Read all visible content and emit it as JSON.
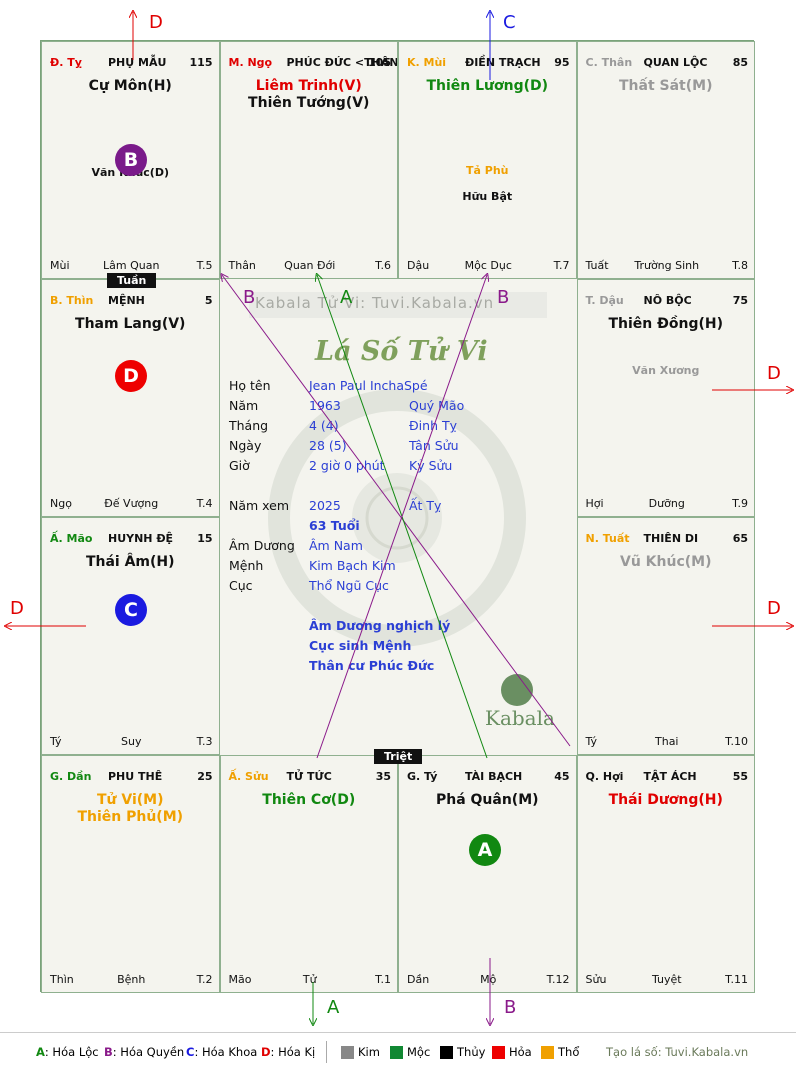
{
  "title_logo": "Lá Số Tử Vi",
  "watermark_text": "Kabala Tử Vi: Tuvi.Kabala.vn",
  "kabala_logo": "Kabala",
  "tags": {
    "tuan": "Tuần",
    "triet": "Triệt"
  },
  "cells": [
    {
      "id": "ty",
      "branch": "Đ. Tỵ",
      "branch_color": "#e00000",
      "palace": "PHỤ MẪU",
      "num": "115",
      "main": [
        {
          "t": "Cự Môn(H)",
          "c": "#111"
        }
      ],
      "subs": [
        {
          "t": "Văn Khúc(D)",
          "c": "#111"
        }
      ],
      "foot": [
        "Mùi",
        "Lâm Quan",
        "T.5"
      ]
    },
    {
      "id": "ngo",
      "branch": "M. Ngọ",
      "branch_color": "#e00000",
      "palace": "PHÚC ĐỨC <THÂN>",
      "num": "105",
      "main": [
        {
          "t": "Liêm Trinh(V)",
          "c": "#e00000"
        },
        {
          "t": "Thiên Tướng(V)",
          "c": "#111"
        }
      ],
      "subs": [],
      "foot": [
        "Thân",
        "Quan Đới",
        "T.6"
      ]
    },
    {
      "id": "mui",
      "branch": "K. Mùi",
      "branch_color": "#f0a000",
      "palace": "ĐIỀN TRẠCH",
      "num": "95",
      "main": [
        {
          "t": "Thiên Lương(D)",
          "c": "#118811"
        }
      ],
      "subs": [
        {
          "t": "Tả Phù",
          "c": "#f0a000"
        },
        {
          "t": "Hữu Bật",
          "c": "#111"
        }
      ],
      "foot": [
        "Dậu",
        "Mộc Dục",
        "T.7"
      ]
    },
    {
      "id": "than",
      "branch": "C. Thân",
      "branch_color": "#999",
      "palace": "QUAN LỘC",
      "num": "85",
      "main": [
        {
          "t": "Thất Sát(M)",
          "c": "#999"
        }
      ],
      "subs": [],
      "foot": [
        "Tuất",
        "Trường Sinh",
        "T.8"
      ]
    },
    {
      "id": "thin",
      "branch": "B. Thìn",
      "branch_color": "#f0a000",
      "palace": "MỆNH",
      "num": "5",
      "main": [
        {
          "t": "Tham Lang(V)",
          "c": "#111"
        }
      ],
      "subs": [],
      "foot": [
        "Ngọ",
        "Đế Vượng",
        "T.4"
      ]
    },
    {
      "id": "dau",
      "branch": "T. Dậu",
      "branch_color": "#999",
      "palace": "NÔ BỘC",
      "num": "75",
      "main": [
        {
          "t": "Thiên Đồng(H)",
          "c": "#111"
        }
      ],
      "subs": [
        {
          "t": "Văn Xương",
          "c": "#999"
        }
      ],
      "foot": [
        "Hợi",
        "Dưỡng",
        "T.9"
      ]
    },
    {
      "id": "mao",
      "branch": "Ấ. Mão",
      "branch_color": "#118811",
      "palace": "HUYNH ĐỆ",
      "num": "15",
      "main": [
        {
          "t": "Thái Âm(H)",
          "c": "#111"
        }
      ],
      "subs": [],
      "foot": [
        "Tý",
        "Suy",
        "T.3"
      ]
    },
    {
      "id": "tuat",
      "branch": "N. Tuất",
      "branch_color": "#f0a000",
      "palace": "THIÊN DI",
      "num": "65",
      "main": [
        {
          "t": "Vũ Khúc(M)",
          "c": "#999"
        }
      ],
      "subs": [],
      "foot": [
        "Tý",
        "Thai",
        "T.10"
      ]
    },
    {
      "id": "dan",
      "branch": "G. Dần",
      "branch_color": "#118811",
      "palace": "PHU THÊ",
      "num": "25",
      "main": [
        {
          "t": "Tử Vi(M)",
          "c": "#f0a000"
        },
        {
          "t": "Thiên Phủ(M)",
          "c": "#f0a000"
        }
      ],
      "subs": [],
      "foot": [
        "Thìn",
        "Bệnh",
        "T.2"
      ]
    },
    {
      "id": "suu",
      "branch": "Ấ. Sửu",
      "branch_color": "#f0a000",
      "palace": "TỬ TỨC",
      "num": "35",
      "main": [
        {
          "t": "Thiên Cơ(D)",
          "c": "#118811"
        }
      ],
      "subs": [],
      "foot": [
        "Mão",
        "Tử",
        "T.1"
      ]
    },
    {
      "id": "tys",
      "branch": "G. Tý",
      "branch_color": "#111",
      "palace": "TÀI BẠCH",
      "num": "45",
      "main": [
        {
          "t": "Phá Quân(M)",
          "c": "#111"
        }
      ],
      "subs": [],
      "foot": [
        "Dần",
        "Mộ",
        "T.12"
      ]
    },
    {
      "id": "hoi",
      "branch": "Q. Hợi",
      "branch_color": "#111",
      "palace": "TẬT ÁCH",
      "num": "55",
      "main": [
        {
          "t": "Thái Dương(H)",
          "c": "#e00000"
        }
      ],
      "subs": [],
      "foot": [
        "Sửu",
        "Tuyệt",
        "T.11"
      ]
    }
  ],
  "circles": [
    {
      "letter": "B",
      "color": "#7a1a8a"
    },
    {
      "letter": "D",
      "color": "#ee0000"
    },
    {
      "letter": "C",
      "color": "#1a1ae0"
    },
    {
      "letter": "A",
      "color": "#118811"
    }
  ],
  "info": {
    "ho_ten_label": "Họ tên",
    "ho_ten": "Jean Paul InchaSpé",
    "nam_label": "Năm",
    "nam": "1963",
    "nam_can": "Quý Mão",
    "thang_label": "Tháng",
    "thang": "4  (4)",
    "thang_can": "Đinh Tỵ",
    "ngay_label": "Ngày",
    "ngay": "28  (5)",
    "ngay_can": "Tân Sửu",
    "gio_label": "Giờ",
    "gio": "2 giờ 0 phút",
    "gio_can": "Kỷ Sửu",
    "nam_xem_label": "Năm xem",
    "nam_xem": "2025",
    "nam_xem_can": "Ất Tỵ",
    "tuoi": "63 Tuổi",
    "am_duong_label": "Âm Dương",
    "am_duong": "Âm Nam",
    "menh_label": "Mệnh",
    "menh": "Kim Bạch Kim",
    "cuc_label": "Cục",
    "cuc": "Thổ Ngũ Cục",
    "note1": "Âm Dương nghịch lý",
    "note2": "Cục sinh Mệnh",
    "note3": "Thân cư Phúc Đức"
  },
  "arrows": {
    "top_left": "D",
    "top_right": "C",
    "right_upper": "D",
    "right_lower": "D",
    "left": "D",
    "bottom_a": "A",
    "bottom_b": "B",
    "line_b1": "B",
    "line_a": "A",
    "line_b2": "B"
  },
  "legend": {
    "a": "A",
    "a_text": ": Hóa Lộc",
    "b": "B",
    "b_text": ": Hóa Quyền",
    "c": "C",
    "c_text": ": Hóa Khoa",
    "d": "D",
    "d_text": ": Hóa Kị",
    "kim": "Kim",
    "moc": "Mộc",
    "thuy": "Thủy",
    "hoa": "Hỏa",
    "tho": "Thổ",
    "colors": {
      "kim": "#888888",
      "moc": "#118833",
      "thuy": "#000000",
      "hoa": "#ee0000",
      "tho": "#f0a000"
    },
    "site": "Tạo lá số: Tuvi.Kabala.vn"
  }
}
